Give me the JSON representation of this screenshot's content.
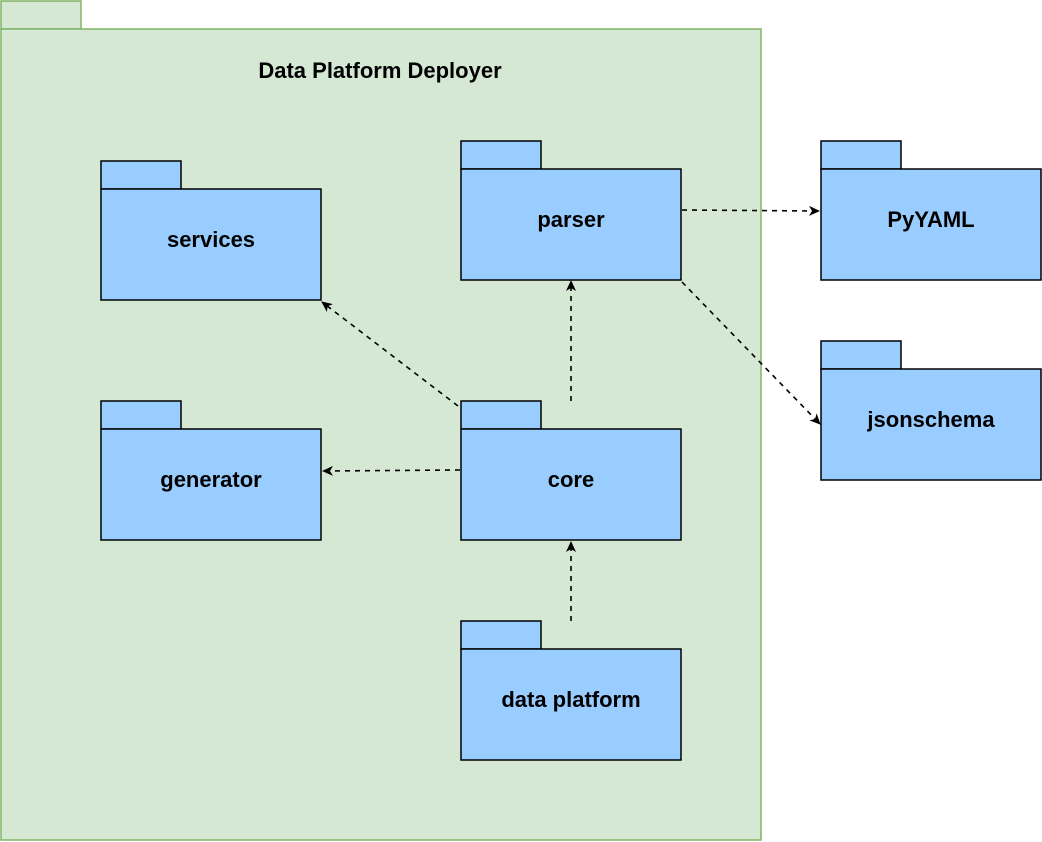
{
  "colors": {
    "container_fill": "#d5e8d4",
    "container_stroke": "#82b366",
    "package_fill": "#99ccff",
    "package_stroke": "#000000",
    "arrow": "#000000"
  },
  "container": {
    "title": "Data Platform Deployer"
  },
  "packages": {
    "services": {
      "label": "services"
    },
    "generator": {
      "label": "generator"
    },
    "parser": {
      "label": "parser"
    },
    "core": {
      "label": "core"
    },
    "data_platform": {
      "label": "data platform"
    },
    "pyyaml": {
      "label": "PyYAML"
    },
    "jsonschema": {
      "label": "jsonschema"
    }
  }
}
